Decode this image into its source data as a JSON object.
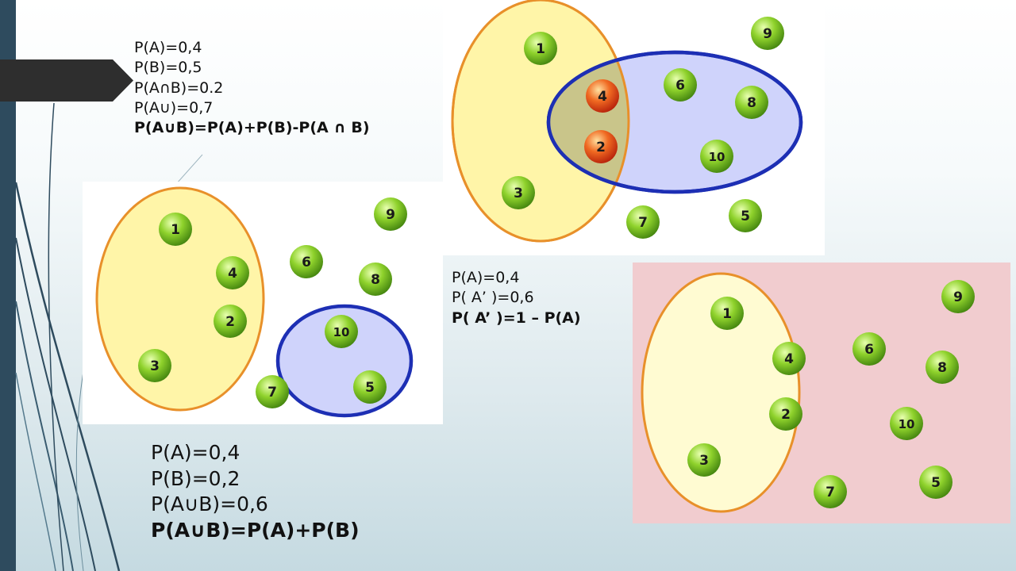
{
  "colors": {
    "accent_bar": "#2e4b5e",
    "set_a_fill": "#fff5a8",
    "set_a_stroke": "#e8902a",
    "set_b_fill": "#cfd3fb",
    "set_b_stroke": "#1d2fb4",
    "overlap_fill": "#c9c58a",
    "ball_green": "#6fc21e",
    "ball_red": "#e8421c",
    "complement_bg": "#f1cccf"
  },
  "top_formulas": {
    "line1": "P(A)=0,4",
    "line2": "P(B)=0,5",
    "line3": "P(A∩B)=0.2",
    "line4": "P(A∪)=0,7",
    "rule": "P(A∪B)=P(A)+P(B)-P(A ∩ B)"
  },
  "middle_formulas": {
    "line1": "P(A)=0,4",
    "line2": "P( A’ )=0,6",
    "rule": "P( A’ )=1 – P(A)"
  },
  "bottom_formulas": {
    "line1": "P(A)=0,4",
    "line2": "P(B)=0,2",
    "line3": "P(A∪B)=0,6",
    "rule": "P(A∪B)=P(A)+P(B)"
  },
  "venn_top": {
    "balls": [
      {
        "label": "1",
        "color": "green"
      },
      {
        "label": "4",
        "color": "red"
      },
      {
        "label": "2",
        "color": "red"
      },
      {
        "label": "3",
        "color": "green"
      },
      {
        "label": "6",
        "color": "green"
      },
      {
        "label": "8",
        "color": "green"
      },
      {
        "label": "10",
        "color": "green"
      },
      {
        "label": "7",
        "color": "green"
      },
      {
        "label": "5",
        "color": "green"
      },
      {
        "label": "9",
        "color": "green"
      }
    ]
  },
  "venn_left": {
    "balls": [
      {
        "label": "1",
        "color": "green"
      },
      {
        "label": "4",
        "color": "green"
      },
      {
        "label": "2",
        "color": "green"
      },
      {
        "label": "3",
        "color": "green"
      },
      {
        "label": "6",
        "color": "green"
      },
      {
        "label": "9",
        "color": "green"
      },
      {
        "label": "8",
        "color": "green"
      },
      {
        "label": "10",
        "color": "green"
      },
      {
        "label": "5",
        "color": "green"
      },
      {
        "label": "7",
        "color": "green"
      }
    ]
  },
  "venn_right": {
    "balls": [
      {
        "label": "1",
        "color": "green"
      },
      {
        "label": "4",
        "color": "green"
      },
      {
        "label": "2",
        "color": "green"
      },
      {
        "label": "3",
        "color": "green"
      },
      {
        "label": "7",
        "color": "green"
      },
      {
        "label": "6",
        "color": "green"
      },
      {
        "label": "9",
        "color": "green"
      },
      {
        "label": "8",
        "color": "green"
      },
      {
        "label": "10",
        "color": "green"
      },
      {
        "label": "5",
        "color": "green"
      }
    ]
  }
}
